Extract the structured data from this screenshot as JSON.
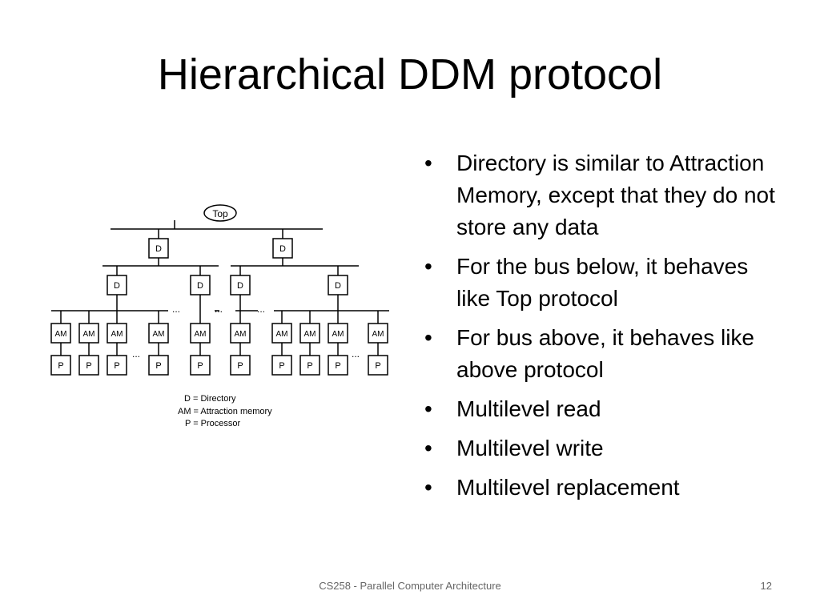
{
  "slide": {
    "title": "Hierarchical DDM protocol",
    "bullets": [
      "Directory is similar to Attraction Memory, except that they do not store any data",
      "For the bus below, it behaves like Top protocol",
      "For bus above, it behaves like above protocol",
      "Multilevel read",
      "Multilevel write",
      "Multilevel replacement"
    ],
    "bullet_glyph": "•",
    "footer": "CS258 - Parallel Computer Architecture",
    "page_number": "12"
  },
  "diagram": {
    "top_label": "Top",
    "directory_label": "D",
    "attraction_memory_label": "AM",
    "processor_label": "P",
    "ellipsis": "...",
    "legend": [
      "D = Directory",
      "AM = Attraction memory",
      "P = Processor"
    ]
  }
}
